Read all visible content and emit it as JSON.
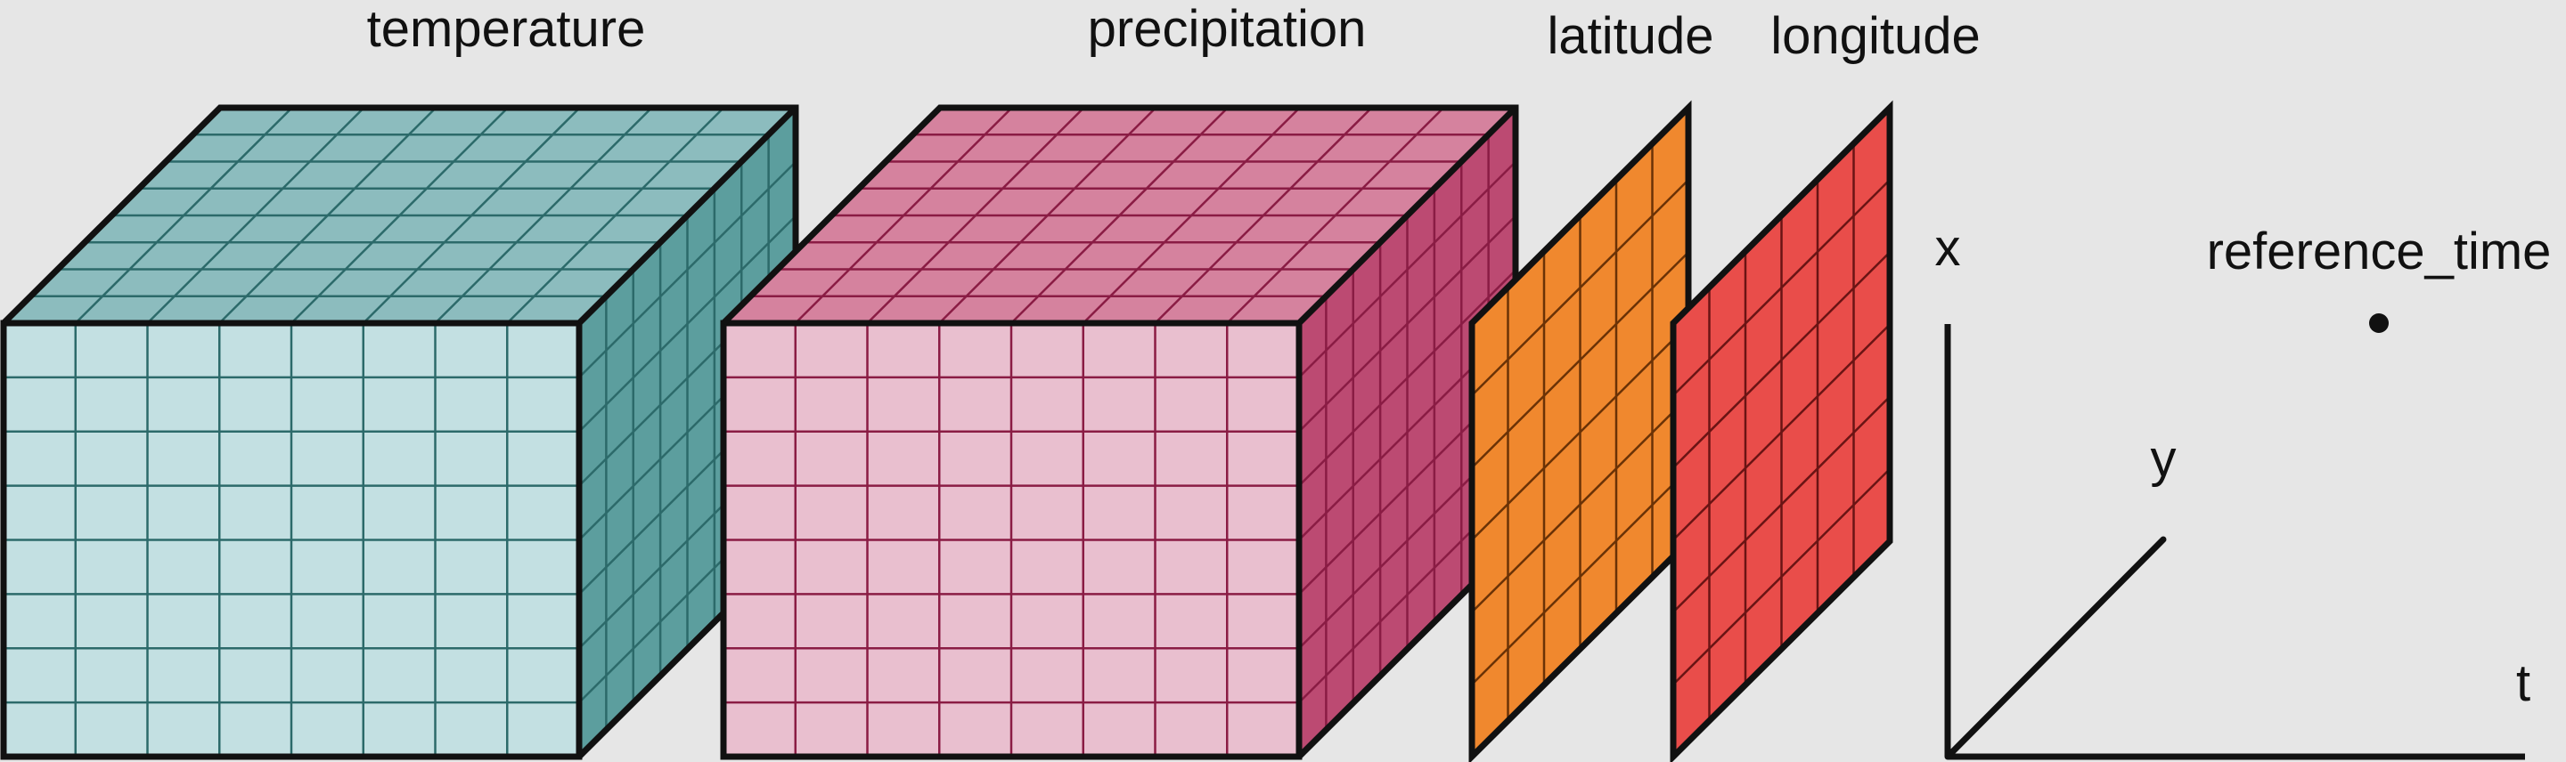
{
  "background_color": "#e6e6e6",
  "labels": {
    "temperature": "temperature",
    "precipitation": "precipitation",
    "latitude": "latitude",
    "longitude": "longitude",
    "x": "x",
    "y": "y",
    "t": "t",
    "reference_time": "reference_time"
  },
  "variables": [
    {
      "name": "temperature",
      "kind": "cube",
      "grid_cells": 8,
      "colors": {
        "front": "#c3e0e2",
        "top": "#8cbcbe",
        "side": "#5c9e9e",
        "grid": "#2c6a6a"
      }
    },
    {
      "name": "precipitation",
      "kind": "cube",
      "grid_cells": 8,
      "colors": {
        "front": "#e9bfcf",
        "top": "#d5829e",
        "side": "#bc4a72",
        "grid": "#8a1c44"
      }
    },
    {
      "name": "latitude",
      "kind": "slab",
      "grid_cells": 6,
      "colors": {
        "face": "#f0882e",
        "grid": "#6a3206"
      }
    },
    {
      "name": "longitude",
      "kind": "slab",
      "grid_cells": 6,
      "colors": {
        "face": "#e94d4a",
        "grid": "#6a1414"
      }
    }
  ],
  "reference_time": {
    "kind": "point",
    "color": "#111111"
  }
}
